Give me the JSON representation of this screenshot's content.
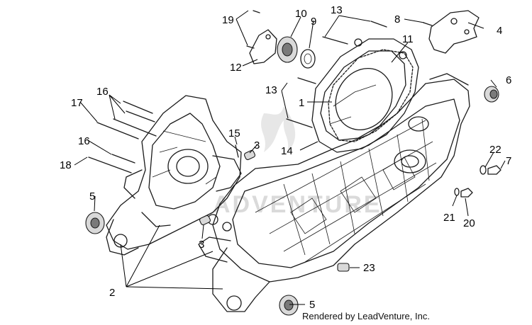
{
  "labels": {
    "l1": "1",
    "l2": "2",
    "l3a": "3",
    "l3b": "3",
    "l4": "4",
    "l5a": "5",
    "l5b": "5",
    "l6": "6",
    "l7": "7",
    "l8": "8",
    "l9": "9",
    "l10": "10",
    "l11": "11",
    "l12": "12",
    "l13a": "13",
    "l13b": "13",
    "l14": "14",
    "l15": "15",
    "l16a": "16",
    "l16b": "16",
    "l17": "17",
    "l18": "18",
    "l19": "19",
    "l20": "20",
    "l21": "21",
    "l22": "22",
    "l23": "23"
  },
  "watermark": "ADVENTURE",
  "credit": "Rendered by LeadVenture, Inc."
}
